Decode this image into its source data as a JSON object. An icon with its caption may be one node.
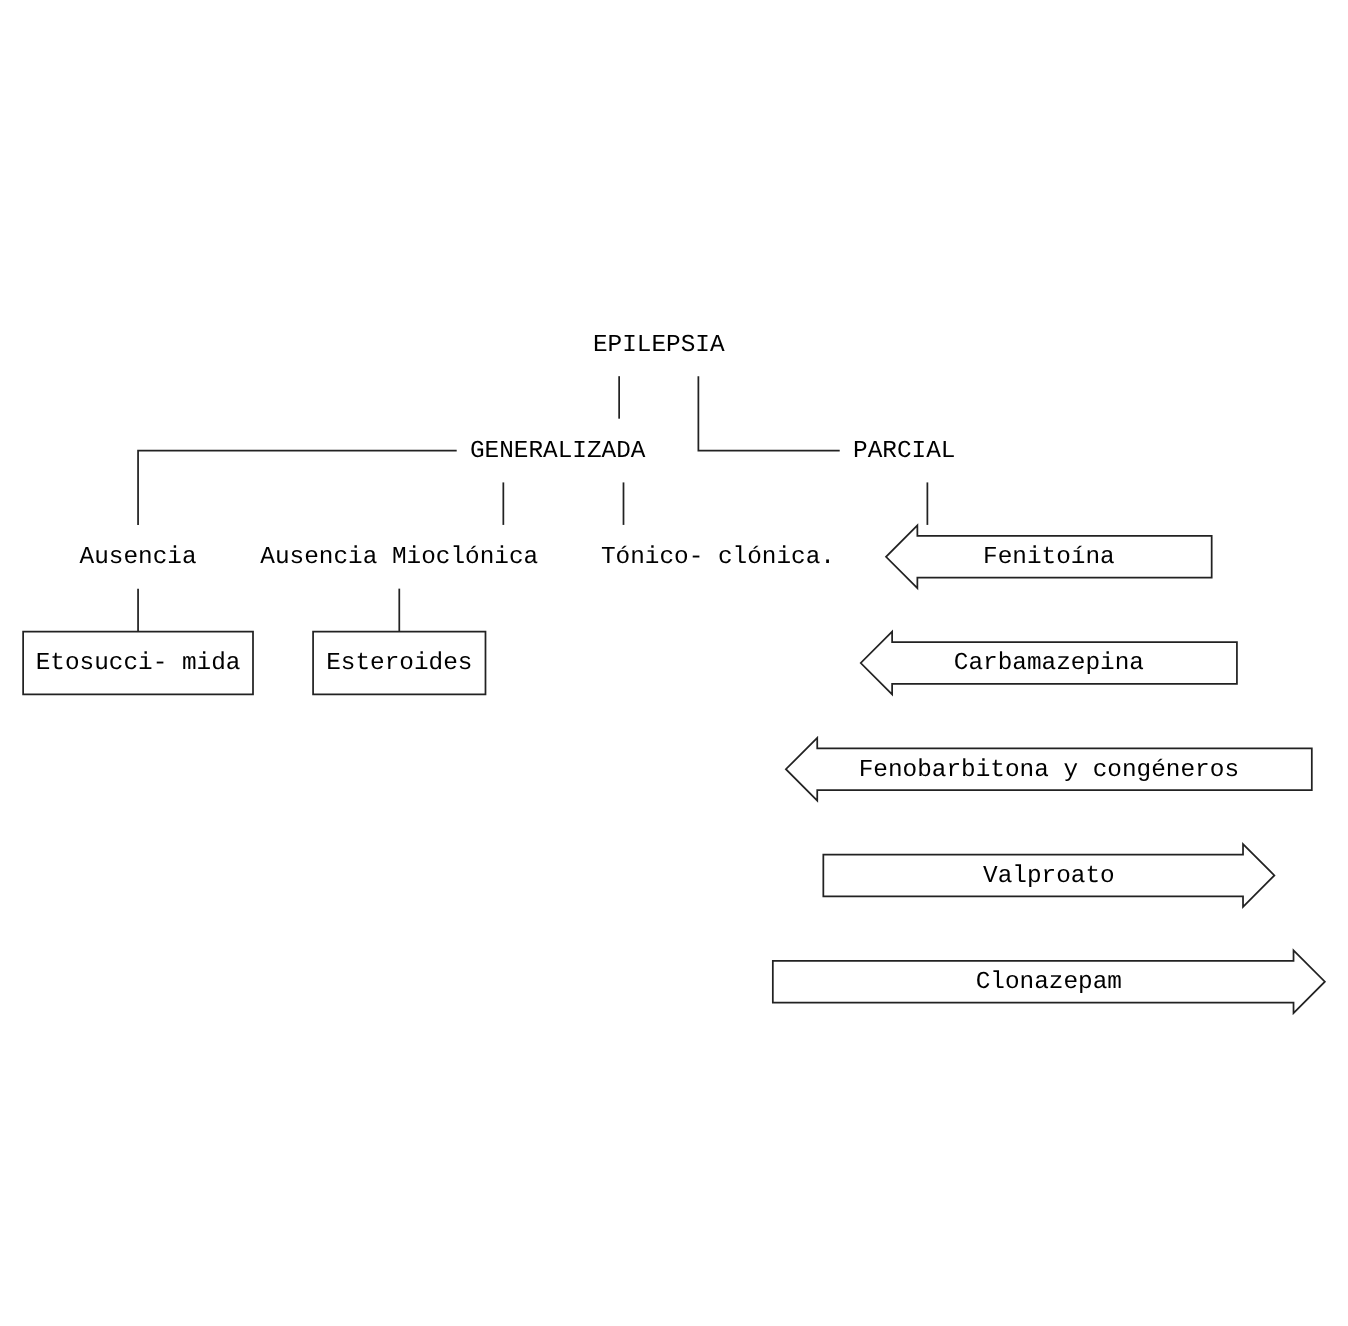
{
  "diagram": {
    "nodes": [
      {
        "text": [
          "EPILEPSIA"
        ]
      },
      {
        "text": [
          "GENERALIZADA"
        ]
      },
      {
        "text": [
          "PARCIAL"
        ]
      },
      {
        "text": [
          "Ausencia"
        ]
      },
      {
        "text": [
          "Ausencia Mioclónica"
        ]
      },
      {
        "text": [
          "Tónico- clónica."
        ]
      },
      {
        "text": [
          "Etosucci- mida"
        ]
      },
      {
        "text": [
          "Esteroides"
        ]
      },
      {
        "text": [
          "Fenitoína"
        ]
      },
      {
        "text": [
          "Carbamazepina"
        ]
      },
      {
        "text": [
          "Fenobarbitona y congéneros"
        ]
      },
      {
        "text": [
          "Valproato"
        ]
      },
      {
        "text": [
          "Clonazepam"
        ]
      }
    ],
    "edges": [
      {
        "from": 0,
        "to": 1,
        "arrow": "none"
      },
      {
        "from": 0,
        "to": 2,
        "arrow": "none"
      },
      {
        "from": 1,
        "to": 3,
        "arrow": "none"
      },
      {
        "from": 1,
        "to": 4,
        "arrow": "none"
      },
      {
        "from": 1,
        "to": 5,
        "arrow": "none"
      },
      {
        "from": 3,
        "to": 6,
        "arrow": "none"
      },
      {
        "from": 4,
        "to": 7,
        "arrow": "none"
      },
      {
        "from": 2,
        "to": 8,
        "arrow": "none"
      }
    ]
  }
}
